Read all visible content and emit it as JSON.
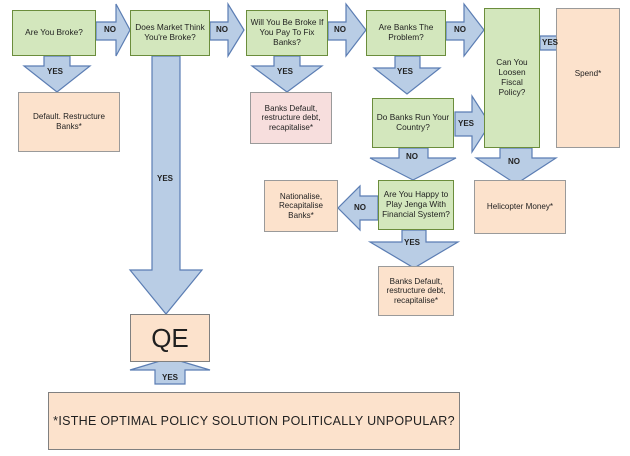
{
  "nodes": {
    "broke": "Are You Broke?",
    "market": "Does Market Think You're Broke?",
    "fix_banks": "Will You Be Broke If You Pay To Fix Banks?",
    "banks_problem": "Are Banks The Problem?",
    "loosen": "Can You Loosen Fiscal Policy?",
    "spend": "Spend*",
    "default_restructure": "Default. Restructure Banks*",
    "banks_default_1": "Banks Default, restructure debt, recapitalise*",
    "banks_run": "Do Banks Run Your Country?",
    "helicopter": "Helicopter Money*",
    "nationalise": "Nationalise, Recapitalise Banks*",
    "jenga": "Are You Happy to Play Jenga With Financial System?",
    "banks_default_2": "Banks Default, restructure debt, recapitalise*",
    "qe": "QE",
    "footnote": "*ISTHE OPTIMAL POLICY SOLUTION POLITICALLY  UNPOPULAR?"
  },
  "labels": {
    "no": "NO",
    "yes": "YES"
  },
  "colors": {
    "decision_fill": "#d3e7bd",
    "decision_border": "#6b8d3c",
    "outcome_fill": "#fce2cc",
    "outcome_alt_fill": "#f7dedd",
    "arrow_fill": "#b9cde5",
    "arrow_stroke": "#5b7db3"
  }
}
